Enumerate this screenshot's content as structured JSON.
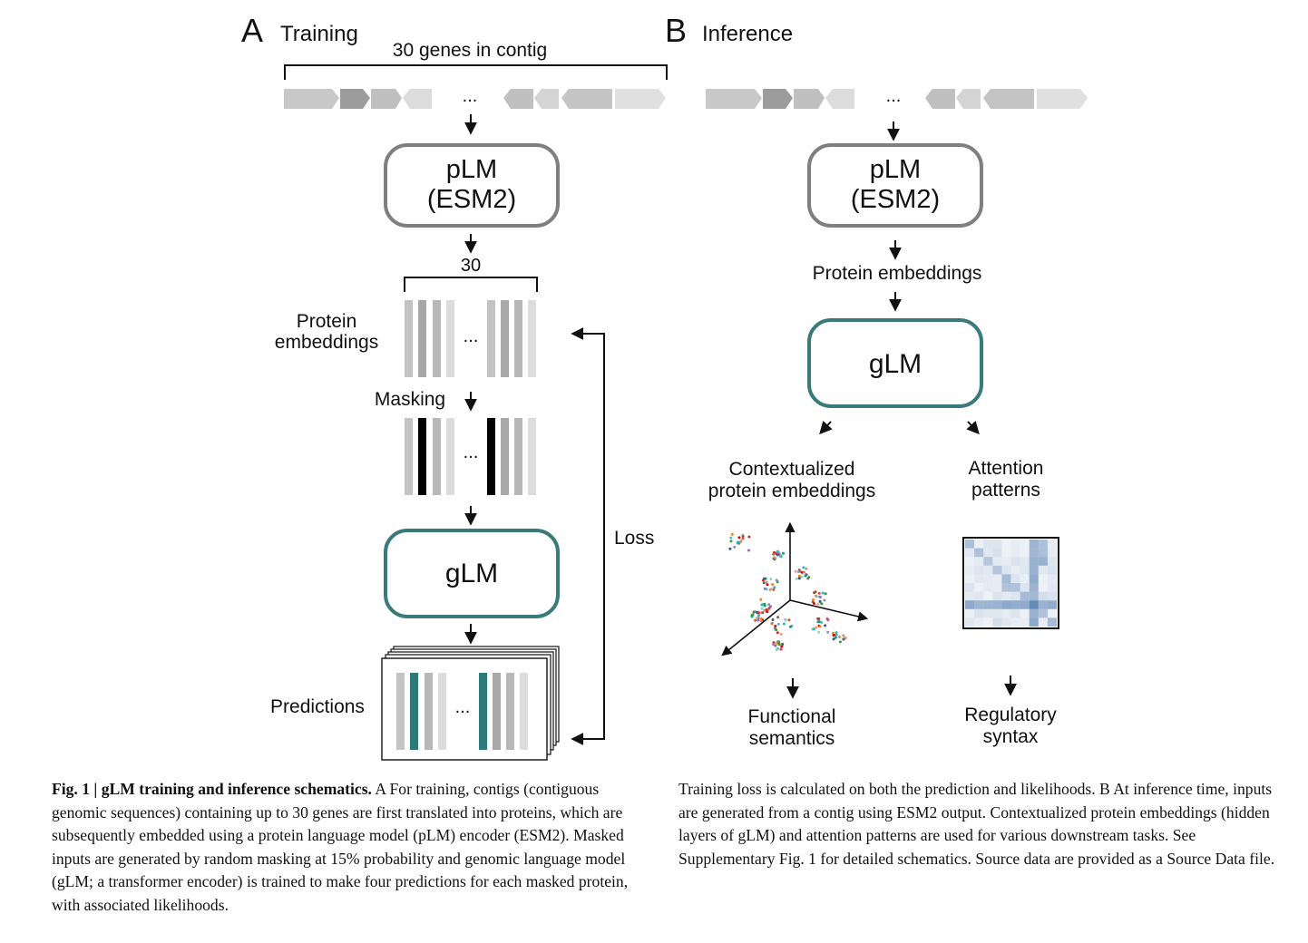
{
  "panel_a": {
    "letter": "A",
    "title": "Training",
    "contig_label": "30 genes in contig",
    "ellipsis": "...",
    "plm_line1": "pLM",
    "plm_line2": "(ESM2)",
    "count_label": "30",
    "embeddings_line1": "Protein",
    "embeddings_line2": "embeddings",
    "masking_label": "Masking",
    "glm_label": "gLM",
    "predictions_label": "Predictions",
    "loss_label": "Loss"
  },
  "panel_b": {
    "letter": "B",
    "title": "Inference",
    "ellipsis": "...",
    "plm_line1": "pLM",
    "plm_line2": "(ESM2)",
    "embeddings_label": "Protein embeddings",
    "glm_label": "gLM",
    "contextualized_line1": "Contextualized",
    "contextualized_line2": "protein embeddings",
    "attention_line1": "Attention",
    "attention_line2": "patterns",
    "functional_line1": "Functional",
    "functional_line2": "semantics",
    "regulatory_line1": "Regulatory",
    "regulatory_line2": "syntax"
  },
  "caption": {
    "lead": "Fig. 1 | gLM training and inference schematics.",
    "left_text": "A For training, contigs (contiguous genomic sequences) containing up to 30 genes are first translated into proteins, which are subsequently embedded using a protein language model (pLM) encoder (ESM2). Masked inputs are generated by random masking at 15% probability and genomic language model (gLM; a transformer encoder) is trained to make four predictions for each masked protein, with associated likelihoods.",
    "right_text": "Training loss is calculated on both the prediction and likelihoods. B At inference time, inputs are generated from a contig using ESM2 output. Contextualized protein embeddings (hidden layers of gLM) and attention patterns are used for various downstream tasks. See Supplementary Fig. 1 for detailed schematics. Source data are provided as a Source Data file."
  },
  "colors": {
    "plm_border": "#7f7f7f",
    "glm_border": "#3a7a7a",
    "prediction_teal": "#2e7a78",
    "mask_black": "#000000",
    "gene_grays": [
      "#c8c8c8",
      "#a8a8a8",
      "#d4d4d4",
      "#e4e4e4"
    ],
    "heatmap_blue": "#2c5f9e"
  }
}
